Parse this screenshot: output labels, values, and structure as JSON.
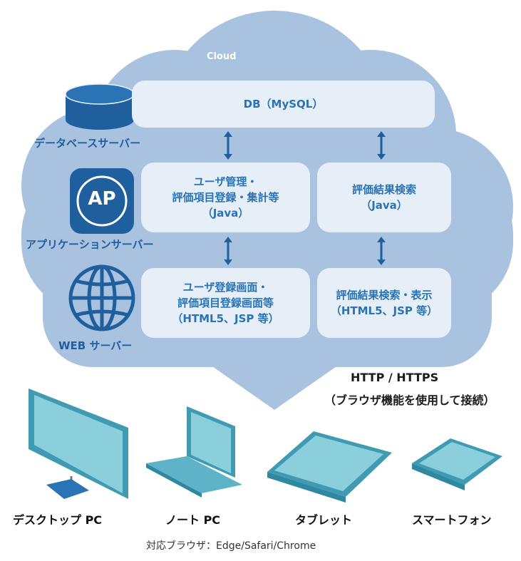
{
  "cloud": {
    "title": "Cloud",
    "db_box": "DB（MySQL）",
    "db_server_label": "データベースサーバー",
    "ap_icon_text": "AP",
    "ap_server_label": "アプリケーションサーバー",
    "web_server_label": "WEB サーバー",
    "ap_left": [
      "ユーザ管理・",
      "評価項目登録・集計等",
      "（Java）"
    ],
    "ap_right": [
      "評価結果検索",
      "（Java）"
    ],
    "web_left": [
      "ユーザ登録画面・",
      "評価項目登録画面等",
      "（HTML5、JSP 等）"
    ],
    "web_right": [
      "評価結果検索・表示",
      "（HTML5、JSP 等）"
    ]
  },
  "connection": {
    "protocol": "HTTP / HTTPS",
    "note": "（ブラウザ機能を使用して接続）"
  },
  "devices": [
    "デスクトップ PC",
    "ノート PC",
    "タブレット",
    "スマートフォン"
  ],
  "footer": "対応ブラウザ：Edge/Safari/Chrome",
  "colors": {
    "cloud": "#a8c2e0",
    "box": "#e6eef8",
    "box_text": "#2a73b5",
    "icon_dark": "#1f5f9e",
    "device": "#5fb3c8",
    "device_screen": "#8ccfdc"
  }
}
